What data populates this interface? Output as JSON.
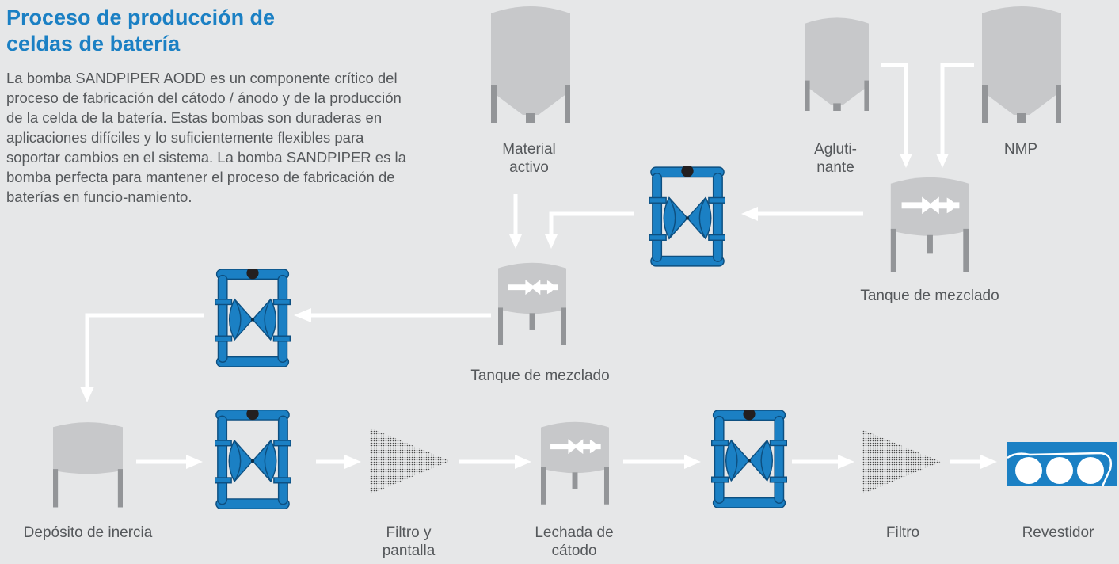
{
  "title": "Proceso de producción de celdas de batería",
  "description": "La bomba SANDPIPER AODD es un componente crítico del proceso de fabricación del cátodo / ánodo y de la producción de la celda de la batería. Estas bombas son duraderas en aplicaciones difíciles y lo suficientemente flexibles para soportar cambios en el sistema. La bomba SANDPIPER es la bomba perfecta para mantener el proceso de fabricación de baterías en funcio-namiento.",
  "labels": {
    "material": "Material\nactivo",
    "aglutinante": "Agluti-\nnante",
    "nmp": "NMP",
    "tanque_right": "Tanque de mezclado",
    "tanque_mid": "Tanque de mezclado",
    "deposito": "Depósito de inercia",
    "filtro_pantalla": "Filtro y\npantalla",
    "lechada": "Lechada de\ncátodo",
    "filtro": "Filtro",
    "revestidor": "Revestidor"
  },
  "colors": {
    "title": "#1b80c4",
    "text": "#55585b",
    "background": "#e6e7e8",
    "pump": "#1b80c4",
    "pump_outline": "#0d4f80",
    "tank_body": "#c7c8ca",
    "tank_legs": "#939598",
    "arrow": "#ffffff"
  },
  "icons": [
    "silo-icon",
    "mixing-tank-icon",
    "buffer-tank-icon",
    "aodd-pump-icon",
    "filter-icon",
    "coater-icon",
    "flow-arrow"
  ]
}
